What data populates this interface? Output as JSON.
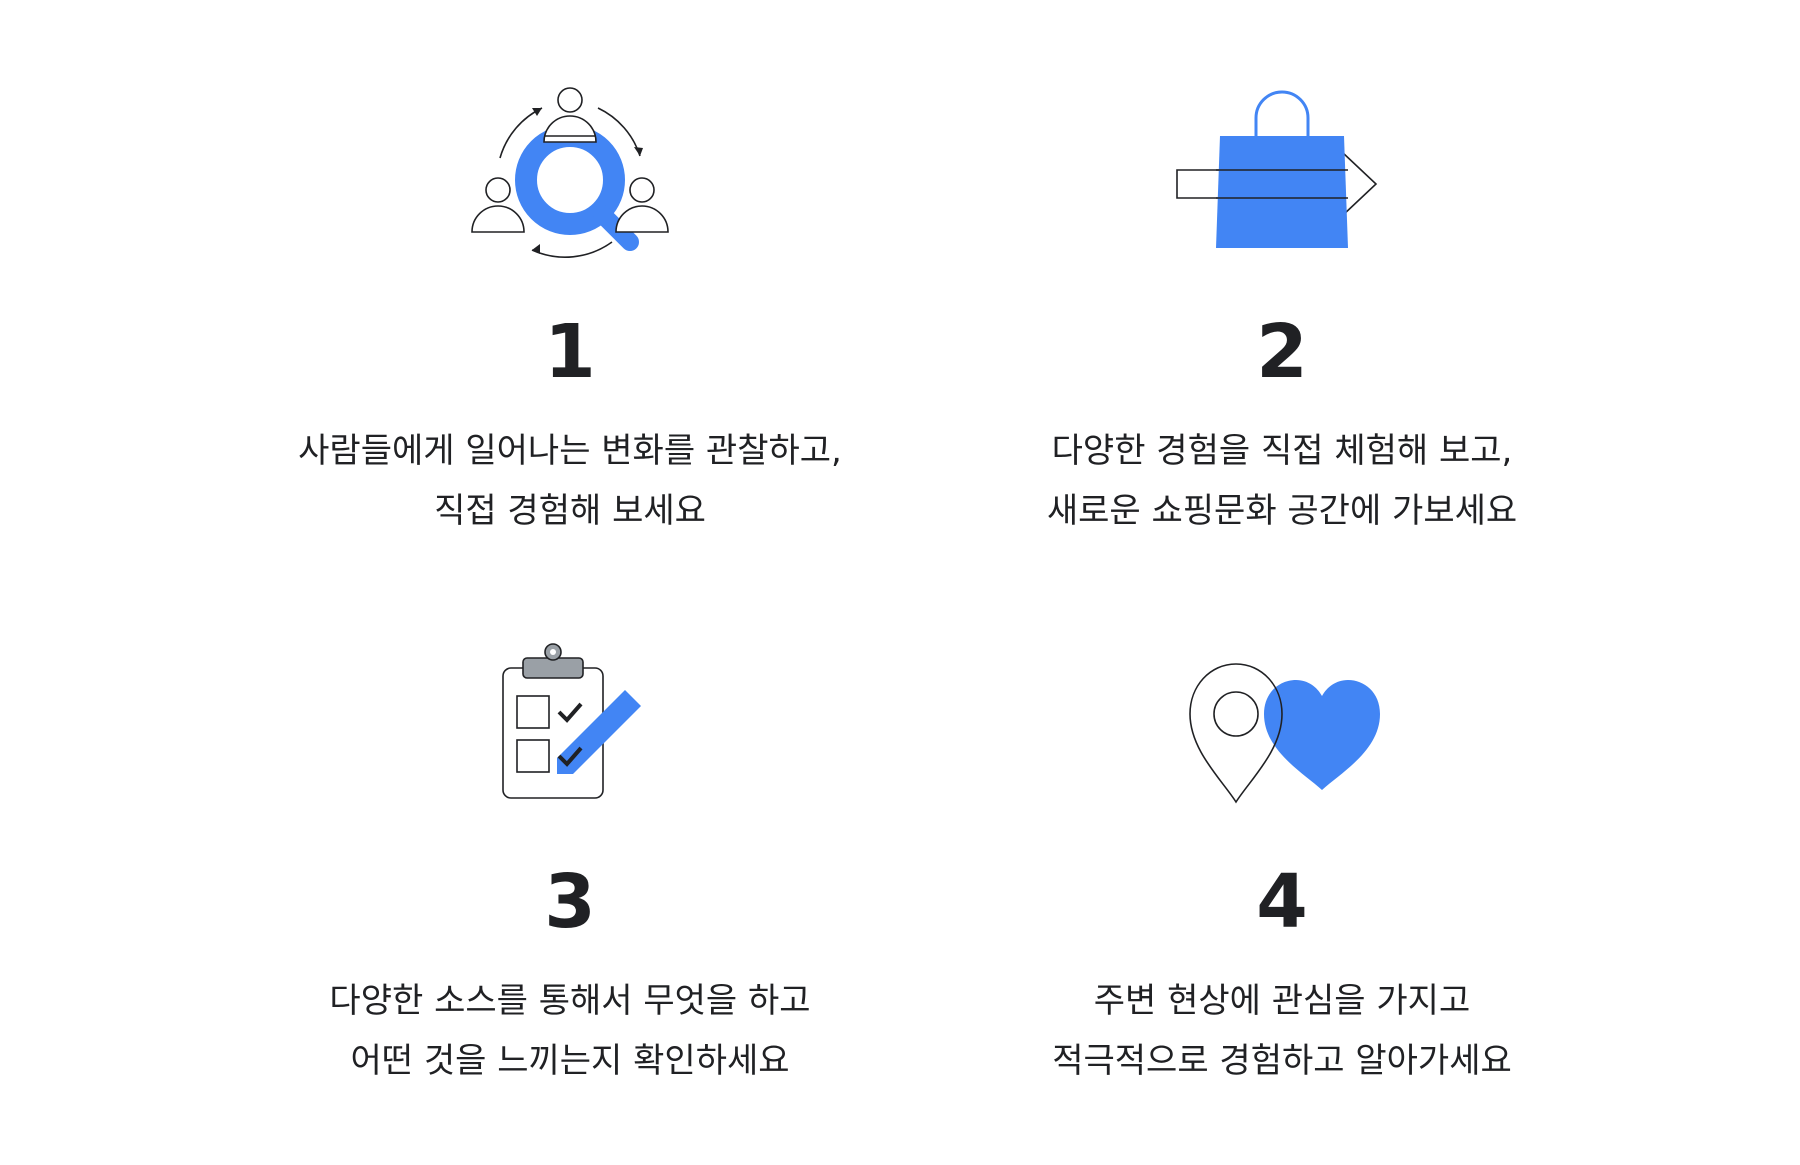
{
  "colors": {
    "accent": "#4285f4",
    "text": "#202124",
    "outline": "#202124",
    "clip_gray": "#9aa0a6"
  },
  "steps": [
    {
      "number": "1",
      "icon": "magnifier-people-cycle-icon",
      "lines": [
        "사람들에게 일어나는 변화를 관찰하고,",
        "직접 경험해 보세요"
      ]
    },
    {
      "number": "2",
      "icon": "shopping-bag-arrow-icon",
      "lines": [
        "다양한 경험을 직접 체험해 보고,",
        "새로운 쇼핑문화 공간에 가보세요"
      ]
    },
    {
      "number": "3",
      "icon": "clipboard-checklist-icon",
      "lines": [
        "다양한 소스를 통해서 무엇을 하고",
        "어떤 것을 느끼는지 확인하세요"
      ]
    },
    {
      "number": "4",
      "icon": "location-pin-heart-icon",
      "lines": [
        "주변 현상에 관심을 가지고",
        "적극적으로 경험하고 알아가세요"
      ]
    }
  ]
}
